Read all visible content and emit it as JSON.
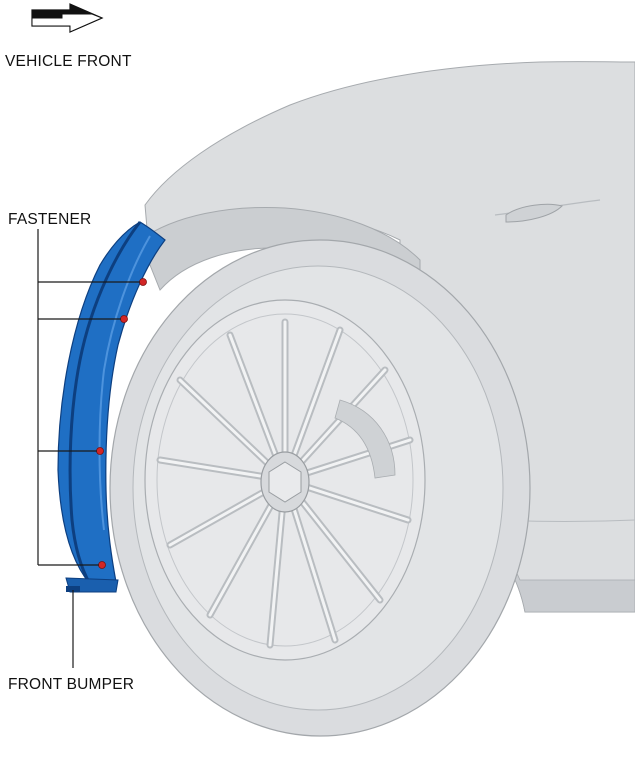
{
  "labels": {
    "vehicle_front": "VEHICLE FRONT",
    "fastener": "FASTENER",
    "front_bumper": "FRONT BUMPER"
  },
  "colors": {
    "body_gray": "#dcdee0",
    "body_shadow": "#c6c9cc",
    "outline": "#9fa3a7",
    "bumper_blue": "#1f6fc4",
    "bumper_dark": "#0d3f80",
    "fastener_red": "#d22626",
    "leader_line": "#1a1a1a"
  },
  "icons": {
    "direction_arrow": "arrow-right-3d-icon"
  }
}
